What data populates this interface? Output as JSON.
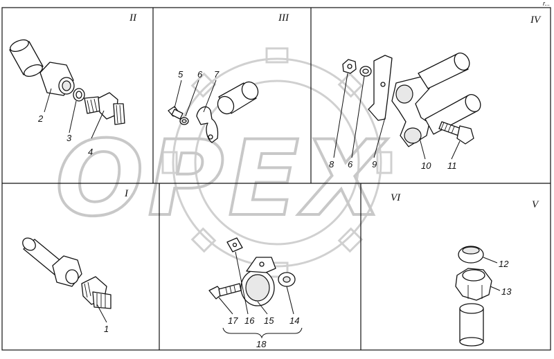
{
  "watermark": {
    "text": "OPEX"
  },
  "corner_mark": "r...",
  "sections": {
    "I": "I",
    "II": "II",
    "III": "III",
    "IV": "IV",
    "V": "V",
    "VI": "VI"
  },
  "callouts": {
    "c1": "1",
    "c2": "2",
    "c3": "3",
    "c4": "4",
    "c5": "5",
    "c6a": "6",
    "c6b": "6",
    "c7": "7",
    "c8": "8",
    "c9": "9",
    "c10": "10",
    "c11": "11",
    "c12": "12",
    "c13": "13",
    "c14": "14",
    "c15": "15",
    "c16": "16",
    "c17": "17",
    "c18": "18"
  }
}
